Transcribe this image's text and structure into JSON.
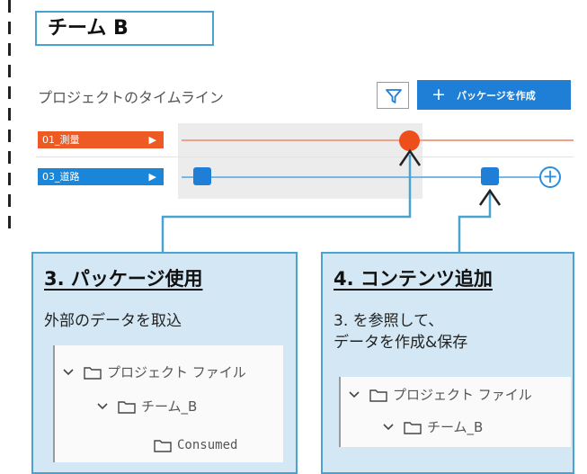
{
  "team": {
    "title": "チーム B"
  },
  "timeline": {
    "title": "プロジェクトのタイムライン",
    "create_button": {
      "plus": "+",
      "label": "パッケージを作成"
    },
    "rows": [
      {
        "label": "01_測量",
        "arrow": "▶",
        "color": "#ee5a24"
      },
      {
        "label": "03_道路",
        "arrow": "▶",
        "color": "#1a86d9"
      }
    ],
    "add_symbol": "+"
  },
  "panels": {
    "left": {
      "heading": "3. パッケージ使用",
      "text": "外部のデータを取込",
      "tree": {
        "root": "プロジェクト ファイル",
        "team": "チーム_B",
        "consumed": "Consumed"
      }
    },
    "right": {
      "heading": "4. コンテンツ追加",
      "text_line1": "3. を参照して、",
      "text_line2": "データを作成&保存",
      "tree": {
        "root": "プロジェクト ファイル",
        "team": "チーム_B"
      }
    }
  },
  "colors": {
    "accent_blue": "#1f7fd6",
    "accent_red": "#ee4e1c",
    "panel_bg": "#d3e8f4",
    "panel_border": "#4aa3cf"
  },
  "icons": [
    "filter-icon",
    "plus-icon",
    "chevron-down-icon",
    "folder-icon",
    "add-circle-icon",
    "play-arrow-icon"
  ]
}
